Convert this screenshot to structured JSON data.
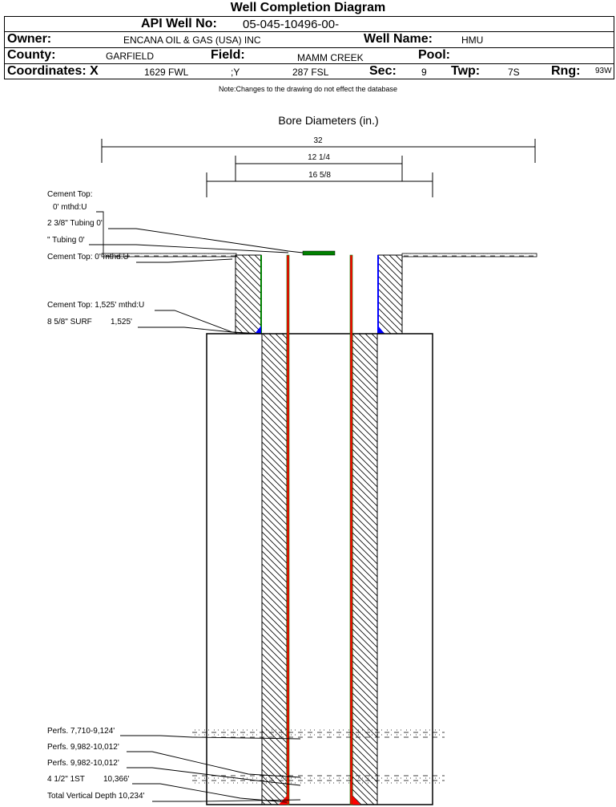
{
  "title": "Well Completion Diagram",
  "header": {
    "api_label": "API Well No:",
    "api_value": "05-045-10496-00-",
    "owner_label": "Owner:",
    "owner_value": "ENCANA OIL & GAS (USA) INC",
    "well_name_label": "Well Name:",
    "well_name_value": "HMU",
    "county_label": "County:",
    "county_value": "GARFIELD",
    "field_label": "Field:",
    "field_value": "MAMM CREEK",
    "pool_label": "Pool:",
    "coord_label": "Coordinates: X",
    "x_value": "1629 FWL",
    "y_label": ";Y",
    "y_value": "287 FSL",
    "sec_label": "Sec:",
    "sec_value": "9",
    "twp_label": "Twp:",
    "twp_value": "7S",
    "rng_label": "Rng:",
    "rng_value": "93W"
  },
  "note": "Note:Changes to the drawing do not effect the database",
  "diagram": {
    "bore_title": "Bore Diameters (in.)",
    "diameters": [
      "32",
      "12 1/4",
      "16 5/8"
    ],
    "labels": {
      "cement_top_1a": "Cement Top:",
      "cement_top_1b": "0' mthd:U",
      "tubing_1": "2 3/8\" Tubing 0'",
      "tubing_2": "\" Tubing 0'",
      "cement_top_2": "Cement Top: 0' mthd:U",
      "cement_top_3": "Cement Top: 1,525' mthd:U",
      "surf_casing": "8 5/8\" SURF",
      "surf_depth": "1,525'",
      "perfs_1": "Perfs. 7,710-9,124'",
      "perfs_2": "Perfs. 9,982-10,012'",
      "perfs_3": "Perfs. 9,982-10,012'",
      "prod_casing": "4 1/2\" 1ST",
      "prod_depth": "10,366'",
      "tvd": "Total Vertical Depth 10,234'"
    },
    "colors": {
      "casing": "#008000",
      "tubing": "#ff0000",
      "cement_shoe": "#0000ff"
    }
  }
}
